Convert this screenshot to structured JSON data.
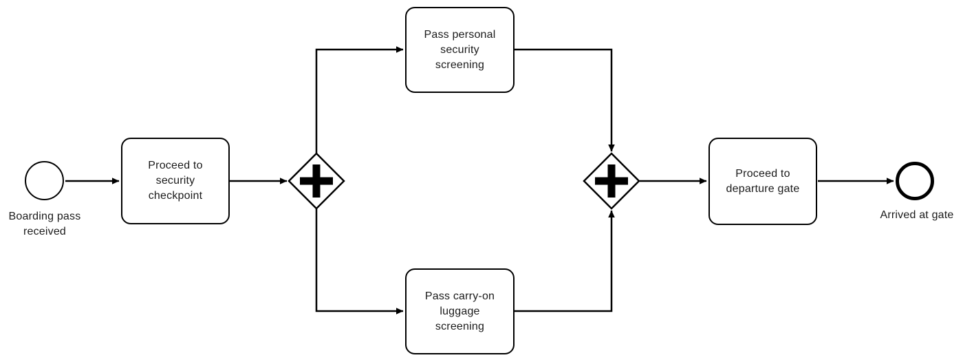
{
  "diagram": {
    "type": "bpmn-process",
    "colors": {
      "stroke": "#000000",
      "shape_fill": "#ffffff",
      "text": "#1a1a1a",
      "background": "#ffffff"
    },
    "nodes": [
      {
        "id": "start-event",
        "kind": "start-event",
        "label": "Boarding pass\nreceived"
      },
      {
        "id": "task-security-checkpoint",
        "kind": "task",
        "label": "Proceed to\nsecurity\ncheckpoint"
      },
      {
        "id": "gateway-parallel-split",
        "kind": "parallel-gateway",
        "marker": "plus"
      },
      {
        "id": "task-personal-screening",
        "kind": "task",
        "label": "Pass personal\nsecurity\nscreening"
      },
      {
        "id": "task-luggage-screening",
        "kind": "task",
        "label": "Pass carry-on\nluggage\nscreening"
      },
      {
        "id": "gateway-parallel-join",
        "kind": "parallel-gateway",
        "marker": "plus"
      },
      {
        "id": "task-departure-gate",
        "kind": "task",
        "label": "Proceed to\ndeparture gate"
      },
      {
        "id": "end-event",
        "kind": "end-event",
        "label": "Arrived at gate"
      }
    ],
    "edges": [
      {
        "from": "start-event",
        "to": "task-security-checkpoint"
      },
      {
        "from": "task-security-checkpoint",
        "to": "gateway-parallel-split"
      },
      {
        "from": "gateway-parallel-split",
        "to": "task-personal-screening"
      },
      {
        "from": "task-personal-screening",
        "to": "gateway-parallel-join"
      },
      {
        "from": "gateway-parallel-split",
        "to": "task-luggage-screening"
      },
      {
        "from": "task-luggage-screening",
        "to": "gateway-parallel-join"
      },
      {
        "from": "gateway-parallel-join",
        "to": "task-departure-gate"
      },
      {
        "from": "task-departure-gate",
        "to": "end-event"
      }
    ]
  }
}
